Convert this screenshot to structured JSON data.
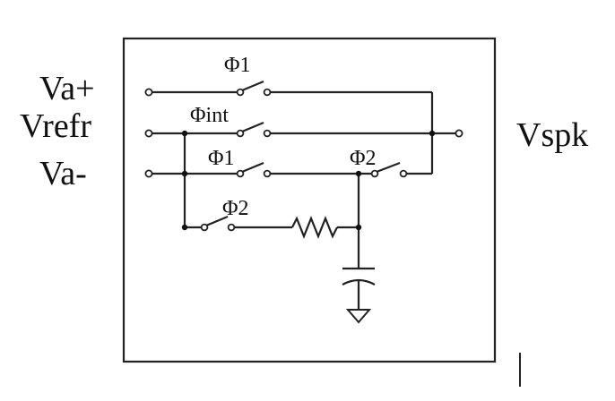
{
  "inputs": {
    "va_plus": "Va+",
    "vrefr": "Vrefr",
    "va_minus": "Va-"
  },
  "output": {
    "vspk": "Vspk"
  },
  "switches": {
    "phi1_top": "Φ1",
    "phi_int": "Φint",
    "phi1_mid": "Φ1",
    "phi2_right": "Φ2",
    "phi2_bottom": "Φ2"
  },
  "colors": {
    "ink": "#222222",
    "background": "#ffffff"
  }
}
